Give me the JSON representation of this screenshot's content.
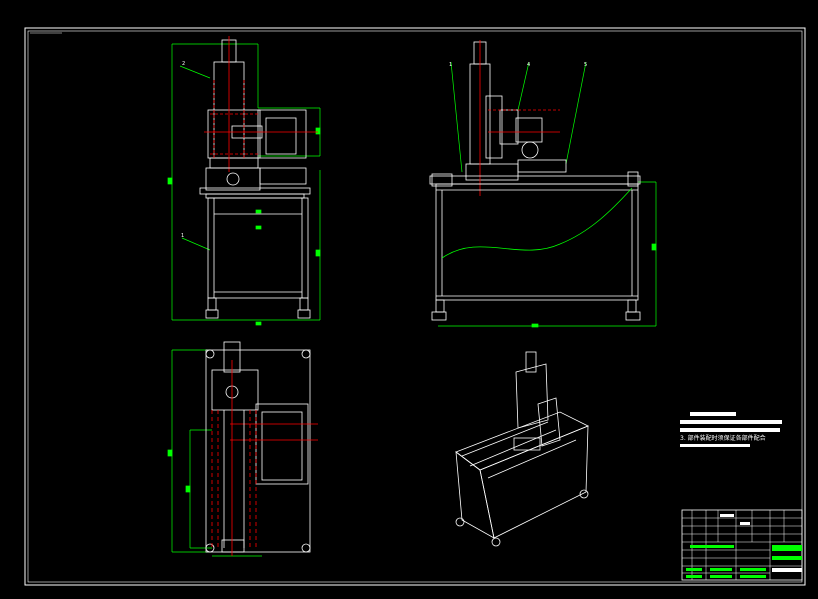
{
  "drawing": {
    "sheet_type": "CAD assembly drawing",
    "colors": {
      "background": "#000000",
      "outline": "#ffffff",
      "dimension": "#00ff00",
      "centerline": "#ff0000",
      "leader": "#00ff00"
    },
    "views": [
      "front-view",
      "side-view",
      "top-view",
      "isometric-view"
    ],
    "leader_numbers": {
      "front_top": "2",
      "front_mid": "1",
      "side_1": "1",
      "side_2": "4",
      "side_3": "5"
    },
    "technical_note": "3. 部件装配时须保证各部件配合"
  }
}
